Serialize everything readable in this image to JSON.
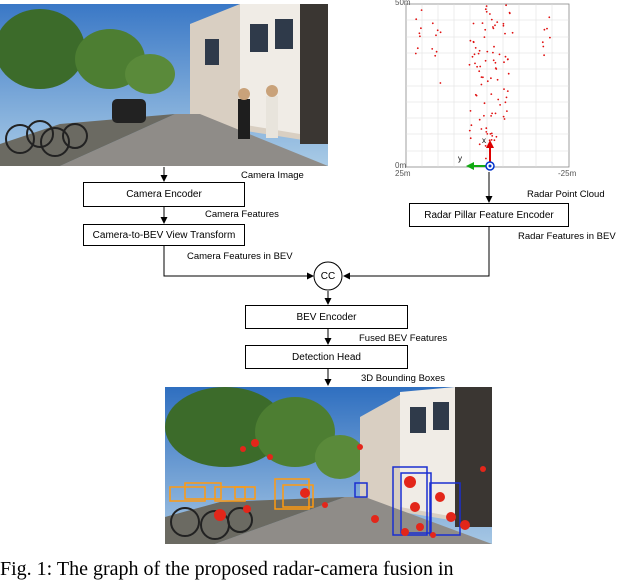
{
  "radar_plot": {
    "y_top": "50m",
    "y_bottom": "0m",
    "x_left": "25m",
    "x_right": "-25m",
    "axis_x": "x",
    "axis_y": "y"
  },
  "labels": {
    "camera_image": "Camera Image",
    "camera_features": "Camera Features",
    "camera_features_bev": "Camera Features in BEV",
    "radar_point_cloud": "Radar Point Cloud",
    "radar_features_bev": "Radar Features in BEV",
    "fused_bev_features": "Fused BEV Features",
    "bounding_boxes": "3D Bounding Boxes"
  },
  "blocks": {
    "camera_encoder": "Camera Encoder",
    "view_transform": "Camera-to-BEV View Transform",
    "radar_encoder": "Radar Pillar Feature Encoder",
    "concat": "CC",
    "bev_encoder": "BEV Encoder",
    "detection_head": "Detection Head"
  },
  "caption": "Fig. 1: The graph of the proposed radar-camera fusion in"
}
